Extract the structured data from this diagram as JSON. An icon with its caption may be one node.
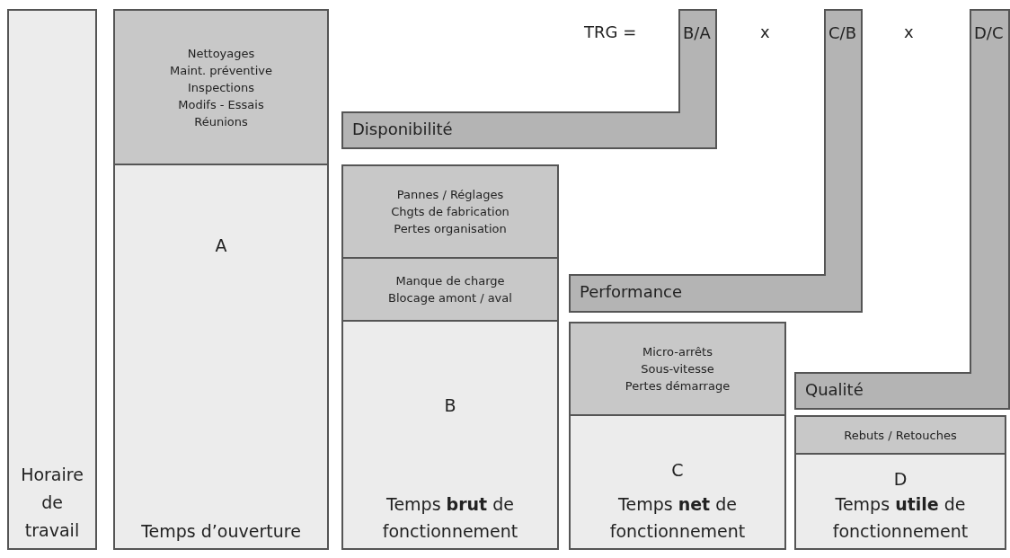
{
  "diagram": {
    "nodes": [
      {
        "text": [
          "Horaire de travail"
        ]
      },
      {
        "text": [
          "Nettoyages",
          "Maint. préventive",
          "Inspections",
          "Modifs - Essais",
          "Réunions"
        ]
      },
      {
        "text": [
          "A",
          "Temps d’ouverture"
        ]
      },
      {
        "text": [
          "B/A",
          "Disponibilité"
        ]
      },
      {
        "text": [
          "Pannes / Réglages",
          "Chgts de fabrication",
          "Pertes organisation"
        ]
      },
      {
        "text": [
          "Manque de charge",
          "Blocage amont / aval"
        ]
      },
      {
        "text": [
          "B",
          "Temps **brut** de fonctionnement"
        ]
      },
      {
        "text": [
          "C/B",
          "Performance"
        ]
      },
      {
        "text": [
          "Micro-arrêts",
          "Sous-vitesse",
          "Pertes démarrage"
        ]
      },
      {
        "text": [
          "C",
          "Temps **net** de fonctionnement"
        ]
      },
      {
        "text": [
          "D/C",
          "Qualité"
        ]
      },
      {
        "text": [
          "Rebuts / Retouches"
        ]
      },
      {
        "text": [
          "D",
          "Temps **utile** de fonctionnement"
        ]
      }
    ],
    "labels": [
      "TRG =",
      "x",
      "x"
    ]
  }
}
